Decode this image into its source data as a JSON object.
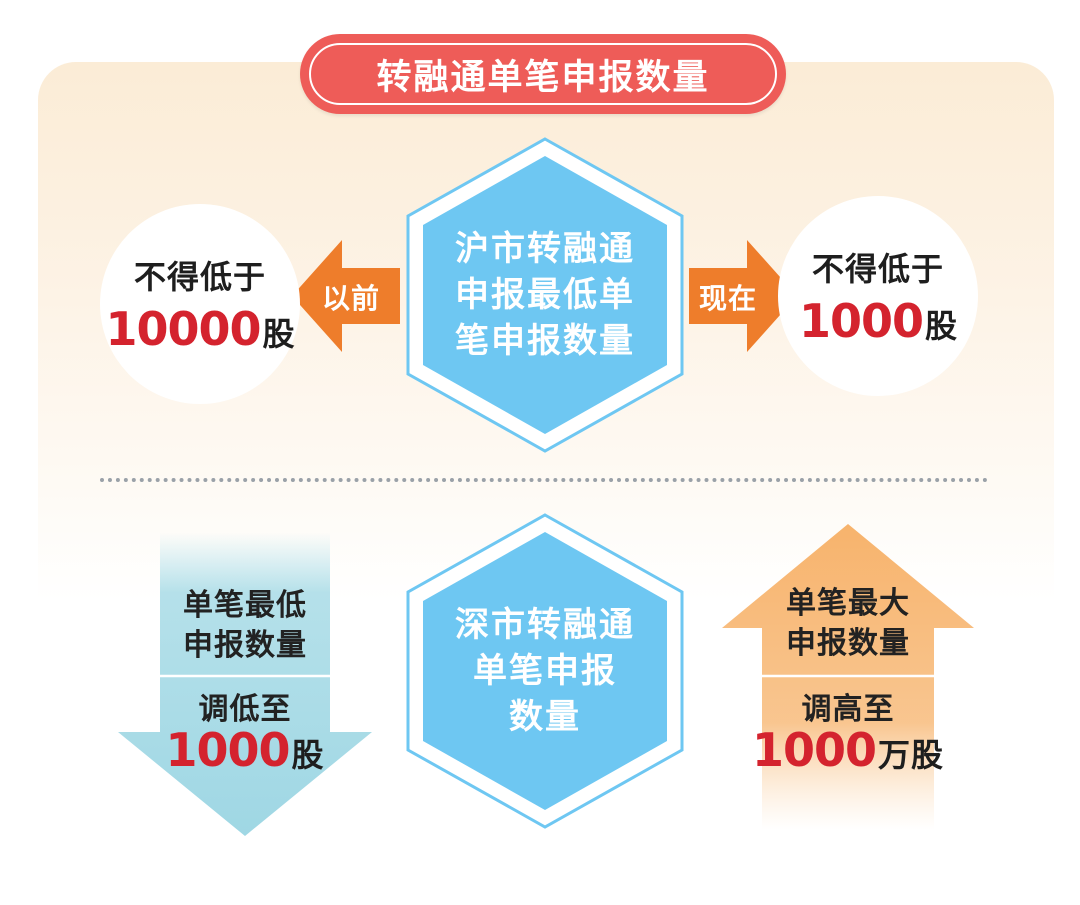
{
  "title": "转融通单笔申报数量",
  "shanghai": {
    "center_lines": [
      "沪市转融通",
      "申报最低单",
      "笔申报数量"
    ],
    "before": {
      "arrow_label": "以前",
      "line1": "不得低于",
      "number": "10000",
      "unit": "股"
    },
    "after": {
      "arrow_label": "现在",
      "line1": "不得低于",
      "number": "1000",
      "unit": "股"
    }
  },
  "shenzhen": {
    "center_lines": [
      "深市转融通",
      "单笔申报",
      "数量"
    ],
    "min": {
      "label_lines": [
        "单笔最低",
        "申报数量"
      ],
      "action": "调低至",
      "number": "1000",
      "unit": "股"
    },
    "max": {
      "label_lines": [
        "单笔最大",
        "申报数量"
      ],
      "action": "调高至",
      "number": "1000",
      "unit": "万股"
    }
  },
  "colors": {
    "title_red": "#ee5c58",
    "hex_blue": "#6ec7f2",
    "arrow_orange": "#ee7d2b",
    "number_red": "#d4232e",
    "down_arrow_blue": "#a8dbe6",
    "up_arrow_orange": "#f7b36c"
  }
}
